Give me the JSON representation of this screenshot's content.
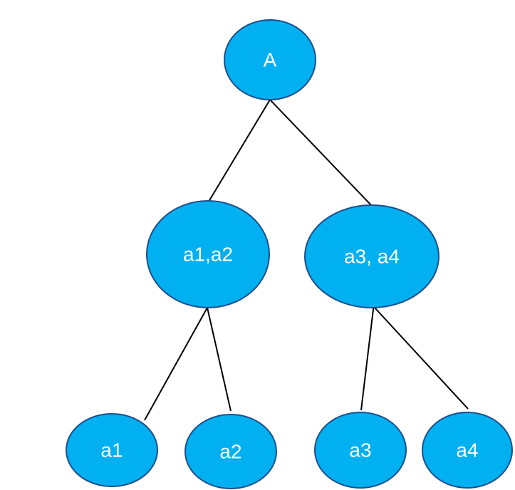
{
  "colors": {
    "node_fill": "#00b0f0",
    "node_stroke": "#1f4e8c",
    "edge": "#000000",
    "label": "#ffffff",
    "background": "#ffffff"
  },
  "nodes": {
    "root": {
      "label": "A"
    },
    "mid_left": {
      "label": "a1,a2"
    },
    "mid_right": {
      "label": "a3, a4"
    },
    "leaf_a1": {
      "label": "a1"
    },
    "leaf_a2": {
      "label": "a2"
    },
    "leaf_a3": {
      "label": "a3"
    },
    "leaf_a4": {
      "label": "a4"
    }
  },
  "edges": [
    {
      "from": "root",
      "to": "mid_left"
    },
    {
      "from": "root",
      "to": "mid_right"
    },
    {
      "from": "mid_left",
      "to": "leaf_a1"
    },
    {
      "from": "mid_left",
      "to": "leaf_a2"
    },
    {
      "from": "mid_right",
      "to": "leaf_a3"
    },
    {
      "from": "mid_right",
      "to": "leaf_a4"
    }
  ]
}
